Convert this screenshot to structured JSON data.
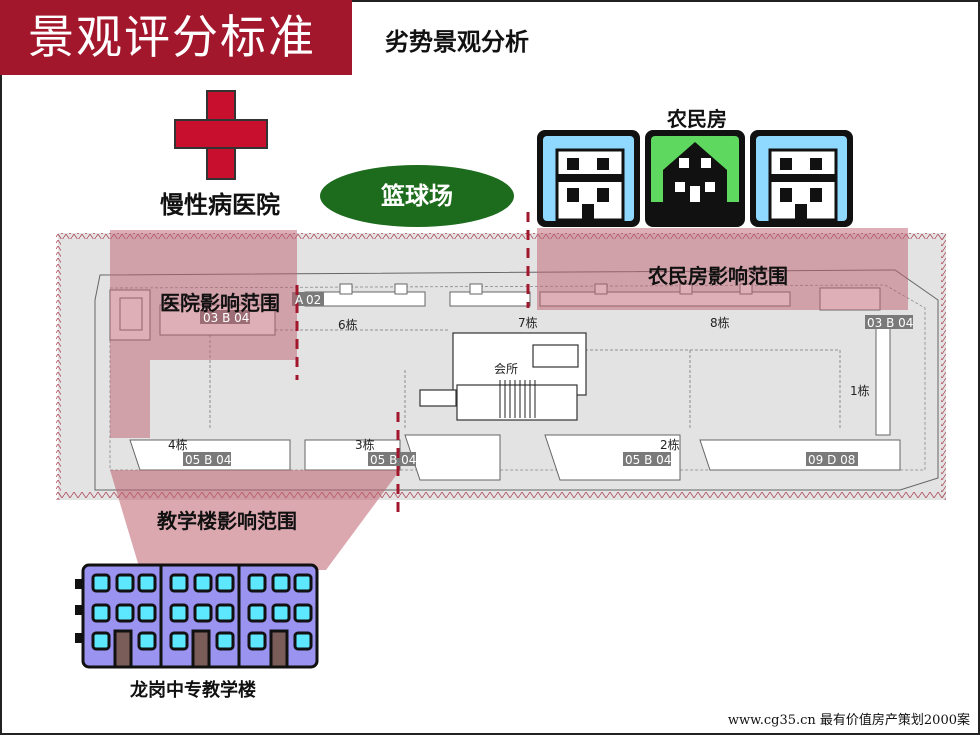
{
  "header": {
    "title": "景观评分标准",
    "subtitle": "劣势景观分析"
  },
  "labels": {
    "hospital": "慢性病医院",
    "basketball": "篮球场",
    "farmhouse": "农民房",
    "farmhouse_range": "农民房影响范围",
    "hospital_range": "医院影响范围",
    "school_range": "教学楼影响范围",
    "school": "龙岗中专教学楼"
  },
  "plan_labels": {
    "b6": "6栋",
    "b7": "7栋",
    "b8": "8栋",
    "b1": "1栋",
    "b4": "4栋",
    "b3": "3栋",
    "b2": "2栋",
    "club": "会所",
    "tag_a02": "02",
    "tag_a": "A",
    "tag_03b04_l": "03 B 04",
    "tag_03b04_r": "03 B 04",
    "tag_05b04_a": "05 B 04",
    "tag_05b04_b": "05 B 04",
    "tag_05b04_c": "05 B 04",
    "tag_09d08": "09 D 08"
  },
  "footer": {
    "text": "www.cg35.cn 最有价值房产策划2000案"
  },
  "colors": {
    "brand": "#a3172d",
    "pill": "#1d6b1d",
    "overlay": "#c06070"
  },
  "icons": {
    "hospital": "red-cross-icon",
    "farmhouses": "house-icon",
    "school": "school-building-icon"
  }
}
